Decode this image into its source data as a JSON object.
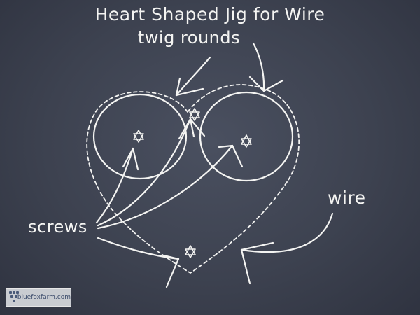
{
  "diagram": {
    "title": "Heart Shaped Jig for Wire",
    "subtitle": "twig rounds",
    "labels": {
      "screws": "screws",
      "wire": "wire"
    }
  },
  "watermark": {
    "text": "bluefoxfarm.com"
  },
  "colors": {
    "chalkboard": "#3d4250",
    "chalk": "#f4f4f2",
    "watermark_bg": "#c9ccd1"
  }
}
